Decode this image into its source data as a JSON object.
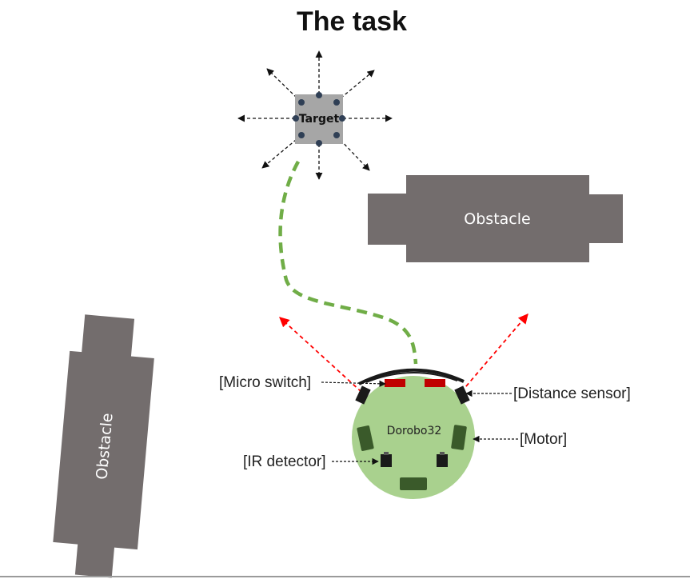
{
  "title": "The task",
  "target": {
    "label": "Target"
  },
  "obstacles": [
    {
      "label": "Obstacle"
    },
    {
      "label": "Obstacle"
    }
  ],
  "robot": {
    "name": "Dorobo32"
  },
  "labels": {
    "micro_switch": "[Micro switch]",
    "distance_sensor": "[Distance sensor]",
    "motor": "[Motor]",
    "ir_detector": "[IR detector]"
  },
  "colors": {
    "obstacle": "#736d6d",
    "target": "#a6a6a6",
    "robot_body": "#a9d18e",
    "path": "#70ad47",
    "sensor_ray": "#ff0000",
    "component_dark": "#3a5a2a"
  }
}
